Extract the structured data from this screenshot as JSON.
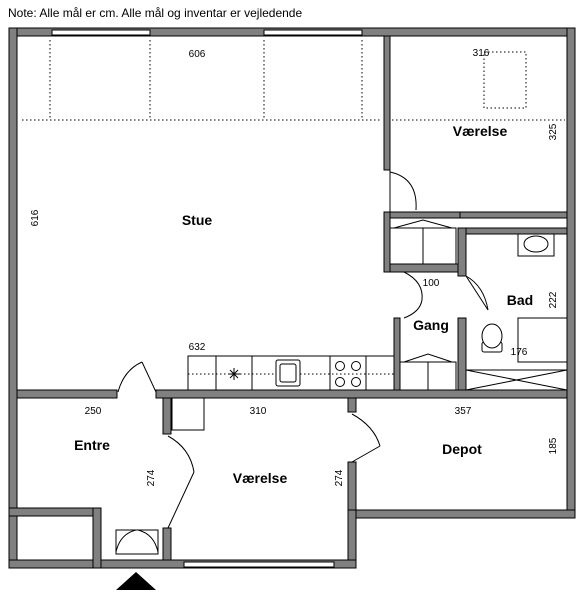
{
  "note": "Note: Alle mål er cm. Alle mål og inventar er vejledende",
  "rooms": {
    "stue": "Stue",
    "vaerelse_top": "Værelse",
    "bad": "Bad",
    "gang": "Gang",
    "entre": "Entre",
    "vaerelse_bottom": "Værelse",
    "depot": "Depot"
  },
  "dimensions": {
    "stue_width": "606",
    "stue_depth": "616",
    "kitchen_width": "632",
    "vaerelse_top_width": "316",
    "vaerelse_top_depth": "325",
    "gang_width": "100",
    "bad_depth": "222",
    "bad_width": "176",
    "entre_width": "250",
    "entre_depth": "274",
    "vaerelse_bottom_width": "310",
    "vaerelse_bottom_depth": "274",
    "depot_width": "357",
    "depot_depth": "185"
  },
  "entrance_marker": "entrance-arrow"
}
